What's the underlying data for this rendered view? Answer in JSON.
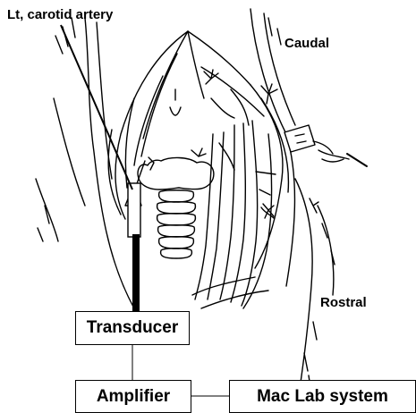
{
  "labels": {
    "artery": "Lt, carotid artery",
    "caudal": "Caudal",
    "rostral": "Rostral"
  },
  "boxes": {
    "transducer": "Transducer",
    "amplifier": "Amplifier",
    "maclab": "Mac Lab system"
  }
}
